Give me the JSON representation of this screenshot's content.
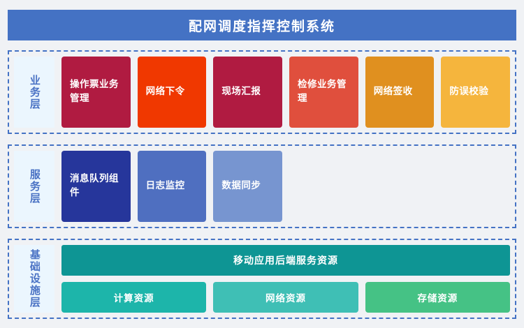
{
  "header": {
    "title": "配网调度指挥控制系统",
    "background": "#4472C4",
    "text_color": "#FFFFFF"
  },
  "layers": [
    {
      "id": "business",
      "label": "业务层",
      "label_background": "#EBF6FE",
      "label_text_color": "#4A72C4",
      "border_color": "#4472C4",
      "cards": [
        {
          "label": "操作票业务管理",
          "color": "#B01B41"
        },
        {
          "label": "网络下令",
          "color": "#F03800"
        },
        {
          "label": "现场汇报",
          "color": "#B01B41"
        },
        {
          "label": "检修业务管理",
          "color": "#E04F3D"
        },
        {
          "label": "网络签收",
          "color": "#E0901F"
        },
        {
          "label": "防误校验",
          "color": "#F5B53D"
        }
      ]
    },
    {
      "id": "service",
      "label": "服务层",
      "label_background": "#EBF6FE",
      "label_text_color": "#4A72C4",
      "border_color": "#4472C4",
      "cards": [
        {
          "label": "消息队列组件",
          "color": "#26369B"
        },
        {
          "label": "日志监控",
          "color": "#4F6FC0"
        },
        {
          "label": "数据同步",
          "color": "#7795D0"
        },
        {
          "label": "",
          "color": "transparent"
        },
        {
          "label": "",
          "color": "transparent"
        },
        {
          "label": "",
          "color": "transparent"
        }
      ]
    },
    {
      "id": "infrastructure",
      "label": "基础设施层",
      "label_background": "#EBF6FE",
      "label_text_color": "#4A72C4",
      "border_color": "#4472C4",
      "banner": {
        "label": "移动应用后端服务资源",
        "color": "#0E9594"
      },
      "resources": [
        {
          "label": "计算资源",
          "color": "#1DB5AA"
        },
        {
          "label": "网络资源",
          "color": "#3FBFB5"
        },
        {
          "label": "存储资源",
          "color": "#45C285"
        }
      ]
    }
  ],
  "canvas": {
    "background": "#F0F2F5"
  }
}
